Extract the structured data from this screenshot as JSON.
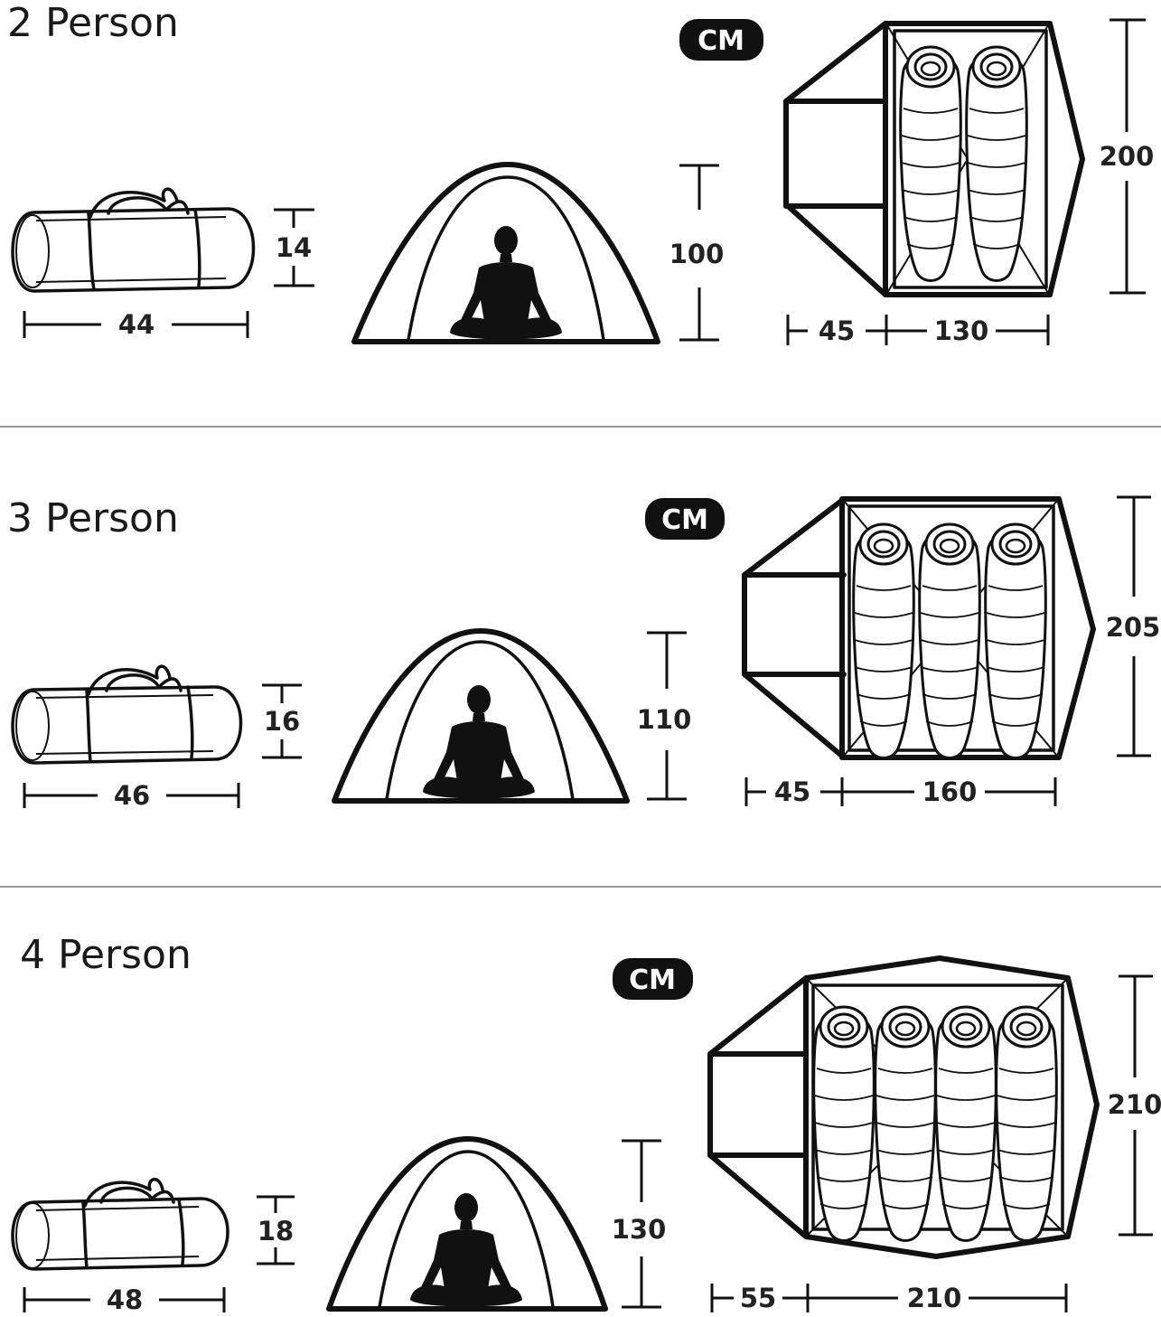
{
  "sections": [
    {
      "title": "2 Person",
      "unit_badge": "CM",
      "bag_length": "44",
      "bag_diameter": "14",
      "tent_height": "100",
      "vestibule_depth": "45",
      "inner_width": "130",
      "inner_length": "200",
      "sleepers": 2
    },
    {
      "title": "3 Person",
      "unit_badge": "CM",
      "bag_length": "46",
      "bag_diameter": "16",
      "tent_height": "110",
      "vestibule_depth": "45",
      "inner_width": "160",
      "inner_length": "205",
      "sleepers": 3
    },
    {
      "title": "4 Person",
      "unit_badge": "CM",
      "bag_length": "48",
      "bag_diameter": "18",
      "tent_height": "130",
      "vestibule_depth": "55",
      "inner_width": "210",
      "inner_length": "210",
      "sleepers": 4
    }
  ]
}
